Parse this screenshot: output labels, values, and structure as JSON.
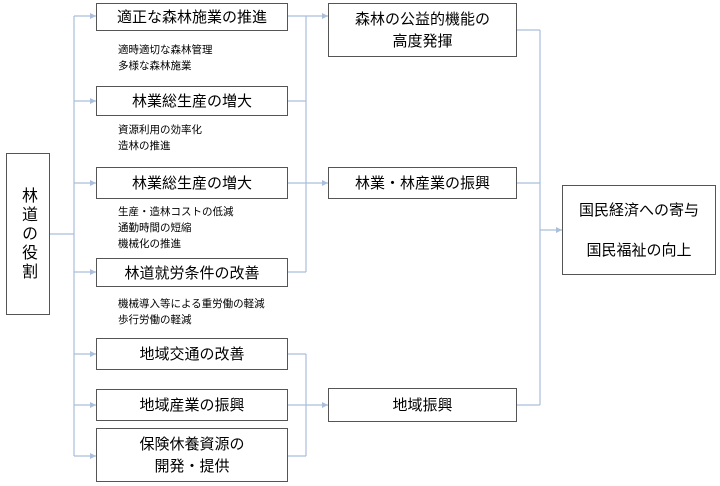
{
  "root": {
    "label": "林道の役割"
  },
  "roles": [
    {
      "label": "適正な森林施業の推進",
      "notes": [
        "適時適切な森林管理",
        "多様な森林施業"
      ]
    },
    {
      "label": "林業総生産の増大",
      "notes": [
        "資源利用の効率化",
        "造林の推進"
      ]
    },
    {
      "label": "林業総生産の増大",
      "notes": [
        "生産・造林コストの低減",
        "通勤時間の短縮",
        "機械化の推進"
      ]
    },
    {
      "label": "林道就労条件の改善",
      "notes": [
        "機械導入等による重労働の軽減",
        "歩行労働の軽減"
      ]
    },
    {
      "label": "地域交通の改善",
      "notes": []
    },
    {
      "label": "地域産業の振興",
      "notes": []
    },
    {
      "label": "保険休養資源の",
      "label2": "開発・提供",
      "notes": []
    }
  ],
  "outcomes": [
    {
      "label": "森林の公益的機能の",
      "label2": "高度発揮"
    },
    {
      "label": "林業・林産業の振興"
    },
    {
      "label": "地域振興"
    }
  ],
  "final": {
    "line1": "国民経済への寄与",
    "line2": "国民福祉の向上"
  },
  "colors": {
    "line": "#a9bfdc",
    "border": "#555555"
  }
}
